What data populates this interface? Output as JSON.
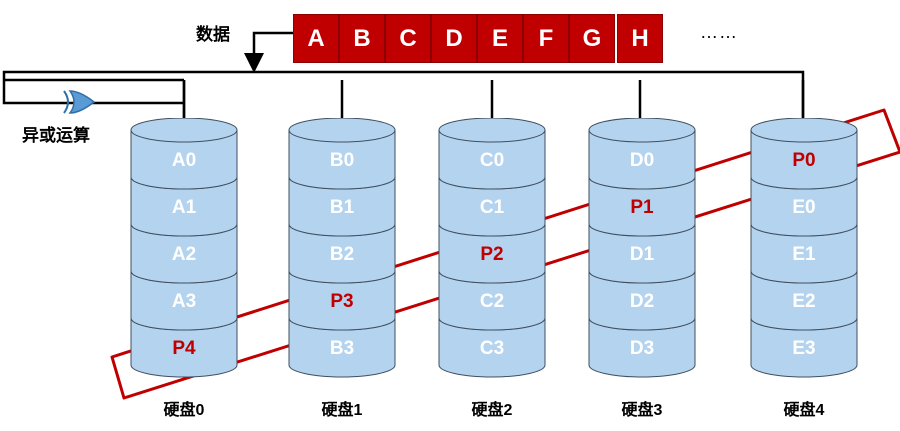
{
  "labels": {
    "data": "数据",
    "xor": "异或运算",
    "ellipsis": "……"
  },
  "data_blocks": [
    "A",
    "B",
    "C",
    "D",
    "E",
    "F",
    "G",
    "H"
  ],
  "disks": [
    {
      "name": "硬盘0",
      "segments": [
        "A0",
        "A1",
        "A2",
        "A3",
        "P4"
      ]
    },
    {
      "name": "硬盘1",
      "segments": [
        "B0",
        "B1",
        "B2",
        "P3",
        "B3"
      ]
    },
    {
      "name": "硬盘2",
      "segments": [
        "C0",
        "C1",
        "P2",
        "C2",
        "C3"
      ]
    },
    {
      "name": "硬盘3",
      "segments": [
        "D0",
        "P1",
        "D1",
        "D2",
        "D3"
      ]
    },
    {
      "name": "硬盘4",
      "segments": [
        "P0",
        "E0",
        "E1",
        "E2",
        "E3"
      ]
    }
  ],
  "colors": {
    "block_red": "#c00000",
    "disk_fill": "#b4d3ef",
    "disk_stroke": "#3f4f5f",
    "highlight": "#c00000"
  }
}
